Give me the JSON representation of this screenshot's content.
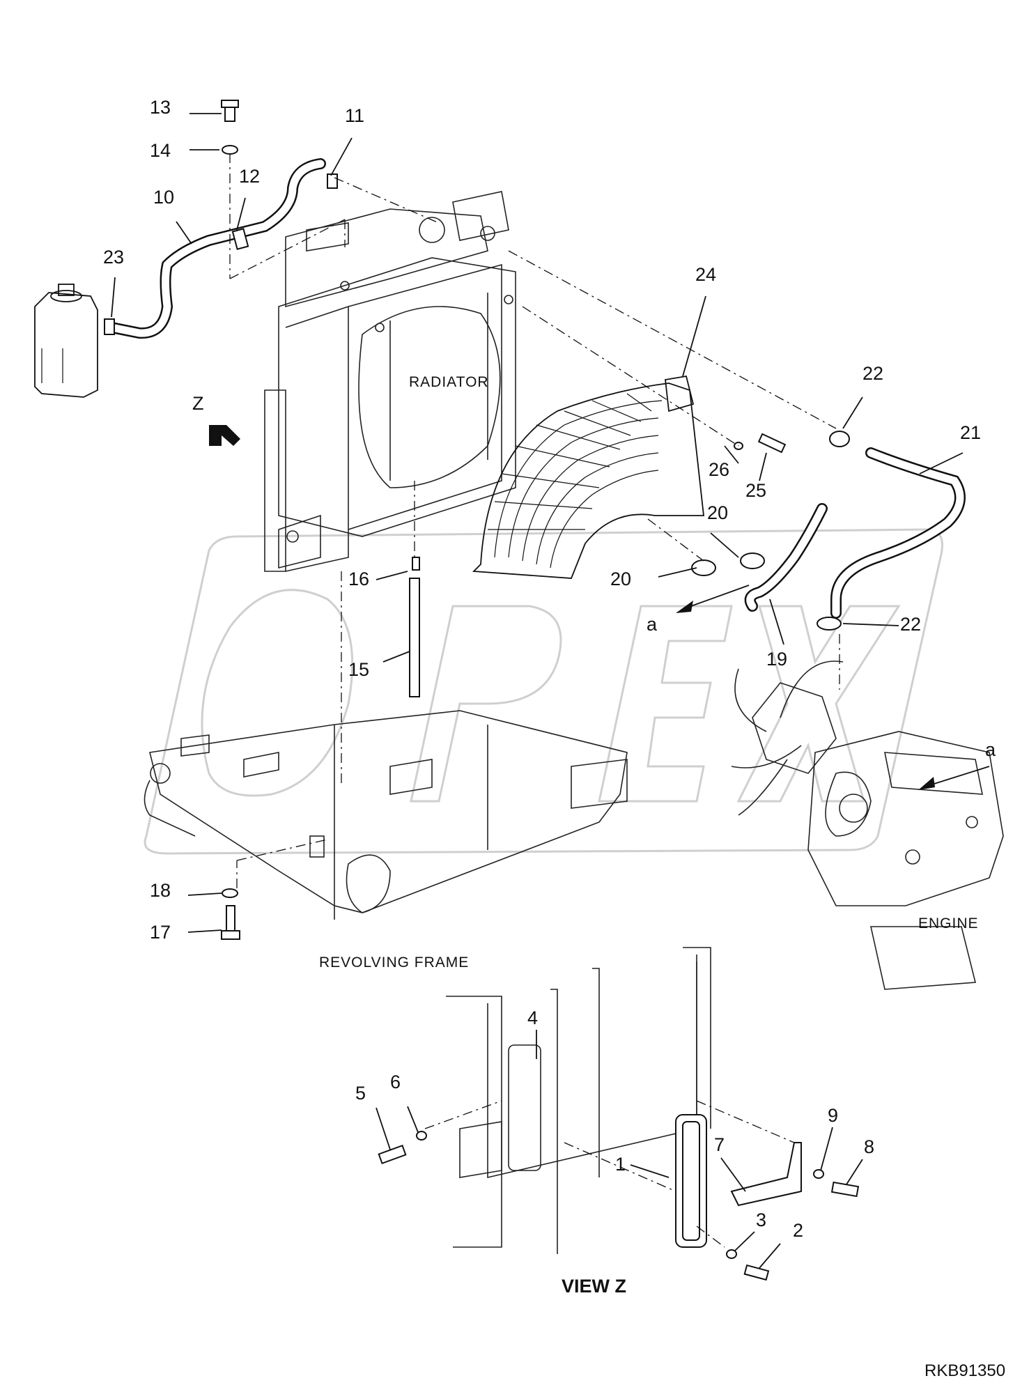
{
  "diagram": {
    "callouts": [
      {
        "id": "c13",
        "text": "13"
      },
      {
        "id": "c14",
        "text": "14"
      },
      {
        "id": "c12",
        "text": "12"
      },
      {
        "id": "c11",
        "text": "11"
      },
      {
        "id": "c10",
        "text": "10"
      },
      {
        "id": "c23",
        "text": "23"
      },
      {
        "id": "c24",
        "text": "24"
      },
      {
        "id": "c22a",
        "text": "22"
      },
      {
        "id": "c21",
        "text": "21"
      },
      {
        "id": "c26",
        "text": "26"
      },
      {
        "id": "c25",
        "text": "25"
      },
      {
        "id": "c20a",
        "text": "20"
      },
      {
        "id": "c20b",
        "text": "20"
      },
      {
        "id": "c16",
        "text": "16"
      },
      {
        "id": "c15",
        "text": "15"
      },
      {
        "id": "c22b",
        "text": "22"
      },
      {
        "id": "c19",
        "text": "19"
      },
      {
        "id": "c18",
        "text": "18"
      },
      {
        "id": "c17",
        "text": "17"
      },
      {
        "id": "c4",
        "text": "4"
      },
      {
        "id": "c5",
        "text": "5"
      },
      {
        "id": "c6",
        "text": "6"
      },
      {
        "id": "c1",
        "text": "1"
      },
      {
        "id": "c7",
        "text": "7"
      },
      {
        "id": "c9",
        "text": "9"
      },
      {
        "id": "c8",
        "text": "8"
      },
      {
        "id": "c3",
        "text": "3"
      },
      {
        "id": "c2",
        "text": "2"
      }
    ],
    "labels": {
      "radiator": "RADIATOR",
      "z_marker": "Z",
      "ref_a_left": "a",
      "ref_a_right": "a",
      "engine": "ENGINE",
      "revolving_frame": "REVOLVING FRAME",
      "view_z": "VIEW Z",
      "drawing_code": "RKB91350"
    }
  }
}
